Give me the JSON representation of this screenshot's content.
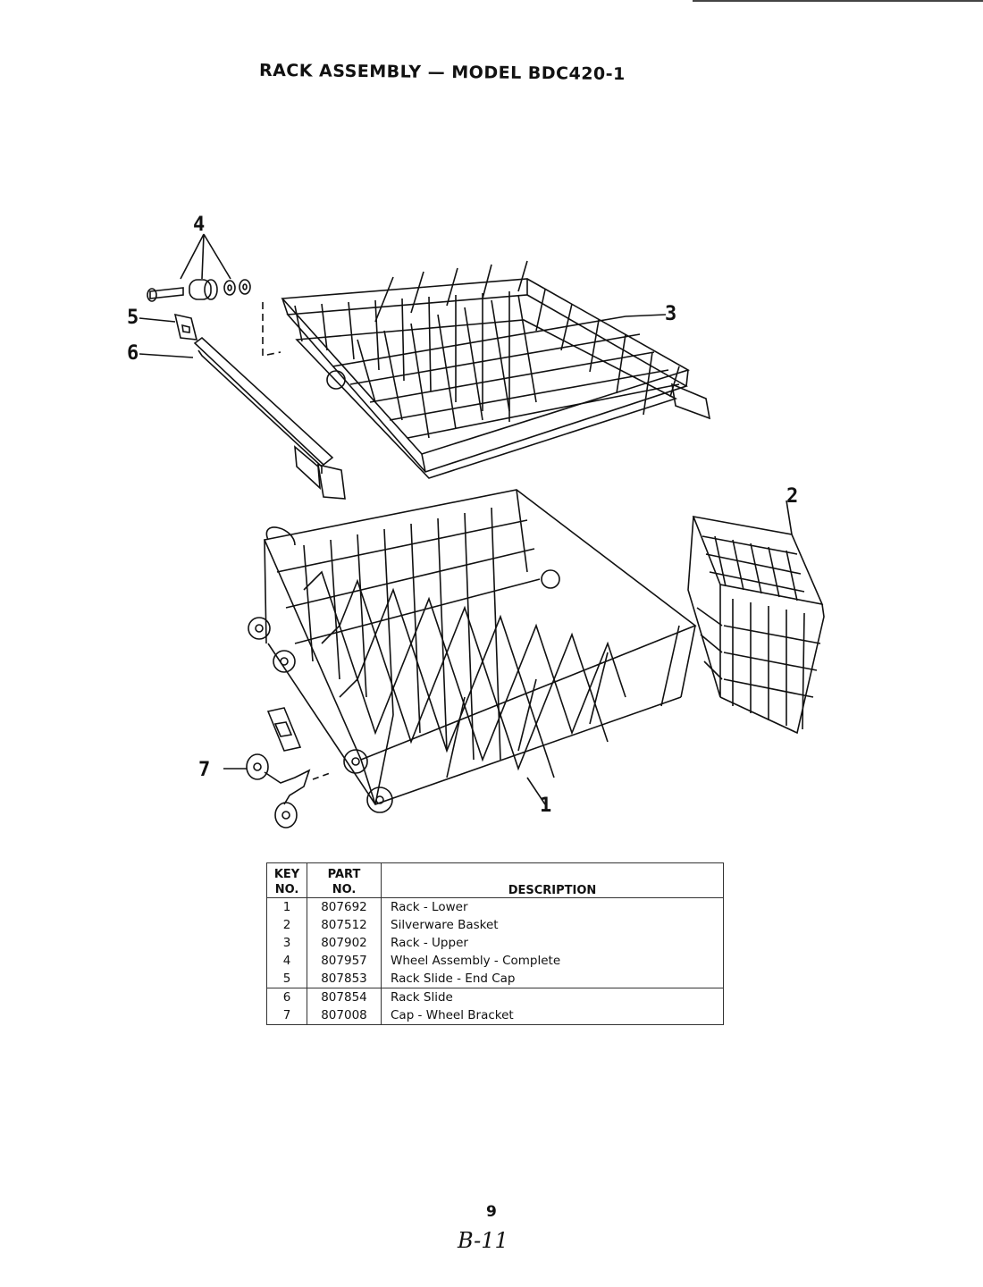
{
  "page": {
    "title": "RACK ASSEMBLY — MODEL BDC420-1",
    "page_number": "9",
    "handwritten_note": "B-11"
  },
  "callouts": [
    "4",
    "5",
    "6",
    "3",
    "2",
    "7",
    "1"
  ],
  "table": {
    "headers": {
      "key": [
        "KEY",
        "NO."
      ],
      "part": [
        "PART",
        "NO."
      ],
      "description": "DESCRIPTION"
    },
    "rows": [
      {
        "key": "1",
        "part": "807692",
        "description": "Rack - Lower"
      },
      {
        "key": "2",
        "part": "807512",
        "description": "Silverware Basket"
      },
      {
        "key": "3",
        "part": "807902",
        "description": "Rack - Upper"
      },
      {
        "key": "4",
        "part": "807957",
        "description": "Wheel Assembly - Complete"
      },
      {
        "key": "5",
        "part": "807853",
        "description": "Rack Slide - End Cap"
      },
      {
        "key": "6",
        "part": "807854",
        "description": "Rack Slide"
      },
      {
        "key": "7",
        "part": "807008",
        "description": "Cap - Wheel Bracket"
      }
    ]
  }
}
